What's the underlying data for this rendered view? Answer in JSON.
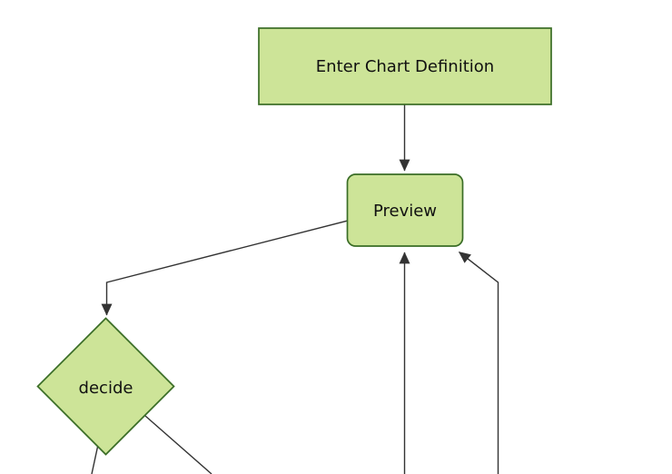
{
  "diagram": {
    "type": "flowchart",
    "direction": "top-down",
    "nodes": [
      {
        "id": "enter-chart-definition",
        "label": "Enter Chart Definition",
        "shape": "rectangle"
      },
      {
        "id": "preview",
        "label": "Preview",
        "shape": "rounded-rectangle"
      },
      {
        "id": "decide",
        "label": "decide",
        "shape": "diamond"
      }
    ],
    "edges": [
      {
        "from": "enter-chart-definition",
        "to": "preview",
        "arrow": true
      },
      {
        "from": "preview",
        "to": "decide",
        "arrow": true
      },
      {
        "from": "offscreen-bottom",
        "to": "preview",
        "arrow": true
      },
      {
        "from": "offscreen-bottom-right",
        "to": "preview",
        "arrow": true
      },
      {
        "from": "decide",
        "to": "offscreen-bottom-left",
        "arrow": false
      },
      {
        "from": "decide",
        "to": "offscreen-bottom-right",
        "arrow": false
      }
    ],
    "style": {
      "node_fill": "#cde498",
      "node_border": "#3a6d26",
      "edge_color": "#333333",
      "text_color": "#111111",
      "background": "#ffffff"
    }
  }
}
